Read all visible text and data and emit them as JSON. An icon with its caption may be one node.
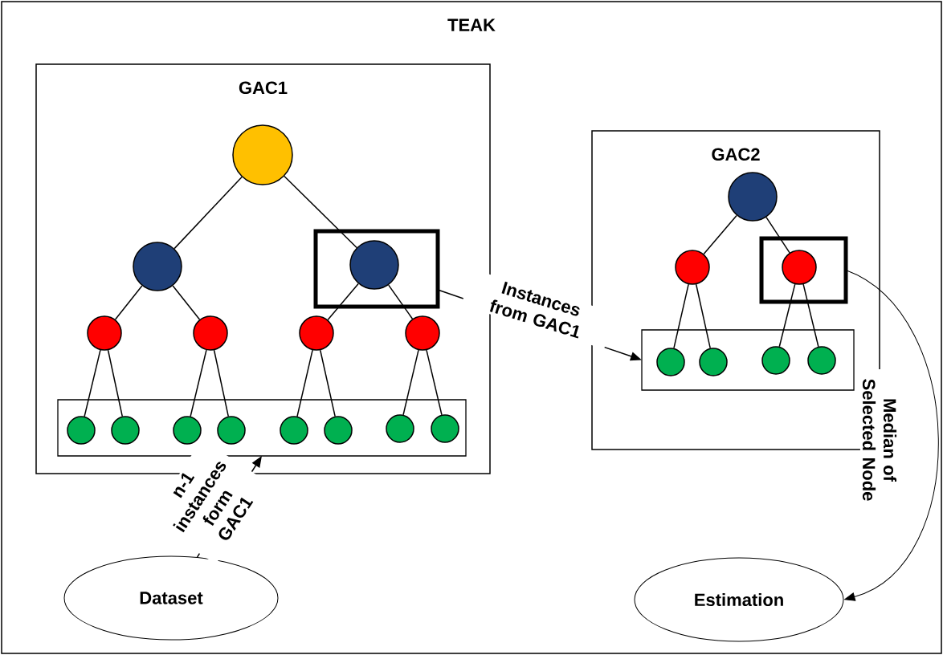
{
  "diagram": {
    "nodes": [
      {
        "text": [
          "TEAK"
        ]
      },
      {
        "text": [
          "GAC1"
        ],
        "in": 0
      },
      {
        "text": [],
        "shape": "circle",
        "in": 1
      },
      {
        "text": [],
        "shape": "circle",
        "in": 1
      },
      {
        "text": [],
        "shape": "box",
        "in": 1
      },
      {
        "text": [],
        "shape": "circle",
        "in": 4
      },
      {
        "text": [],
        "shape": "circle",
        "in": 1
      },
      {
        "text": [],
        "shape": "circle",
        "in": 1
      },
      {
        "text": [],
        "shape": "circle",
        "in": 1
      },
      {
        "text": [],
        "shape": "circle",
        "in": 1
      },
      {
        "text": [],
        "shape": "box",
        "in": 1
      },
      {
        "text": [],
        "shape": "circle",
        "in": 10
      },
      {
        "text": [],
        "shape": "circle",
        "in": 10
      },
      {
        "text": [],
        "shape": "circle",
        "in": 10
      },
      {
        "text": [],
        "shape": "circle",
        "in": 10
      },
      {
        "text": [],
        "shape": "circle",
        "in": 10
      },
      {
        "text": [],
        "shape": "circle",
        "in": 10
      },
      {
        "text": [],
        "shape": "circle",
        "in": 10
      },
      {
        "text": [],
        "shape": "circle",
        "in": 10
      },
      {
        "text": [
          "GAC2"
        ],
        "in": 0
      },
      {
        "text": [],
        "shape": "circle",
        "in": 19
      },
      {
        "text": [],
        "shape": "circle",
        "in": 19
      },
      {
        "text": [],
        "shape": "box",
        "in": 19
      },
      {
        "text": [],
        "shape": "circle",
        "in": 22
      },
      {
        "text": [],
        "shape": "box",
        "in": 19
      },
      {
        "text": [],
        "shape": "circle",
        "in": 24
      },
      {
        "text": [],
        "shape": "circle",
        "in": 24
      },
      {
        "text": [],
        "shape": "circle",
        "in": 24
      },
      {
        "text": [],
        "shape": "circle",
        "in": 24
      },
      {
        "text": [
          "Dataset"
        ],
        "in": 0
      },
      {
        "text": [
          "Estimation"
        ],
        "in": 0
      }
    ],
    "edges": [
      {
        "from": 2,
        "to": 3,
        "arrow": "none"
      },
      {
        "from": 2,
        "to": 5,
        "arrow": "none"
      },
      {
        "from": 3,
        "to": 6,
        "arrow": "none"
      },
      {
        "from": 3,
        "to": 7,
        "arrow": "none"
      },
      {
        "from": 5,
        "to": 8,
        "arrow": "none"
      },
      {
        "from": 5,
        "to": 9,
        "arrow": "none"
      },
      {
        "from": 6,
        "to": 11,
        "arrow": "none"
      },
      {
        "from": 6,
        "to": 12,
        "arrow": "none"
      },
      {
        "from": 7,
        "to": 13,
        "arrow": "none"
      },
      {
        "from": 7,
        "to": 14,
        "arrow": "none"
      },
      {
        "from": 8,
        "to": 15,
        "arrow": "none"
      },
      {
        "from": 8,
        "to": 16,
        "arrow": "none"
      },
      {
        "from": 9,
        "to": 17,
        "arrow": "none"
      },
      {
        "from": 9,
        "to": 18,
        "arrow": "none"
      },
      {
        "from": 20,
        "to": 21,
        "arrow": "none"
      },
      {
        "from": 20,
        "to": 23,
        "arrow": "none"
      },
      {
        "from": 21,
        "to": 25,
        "arrow": "none"
      },
      {
        "from": 21,
        "to": 26,
        "arrow": "none"
      },
      {
        "from": 23,
        "to": 27,
        "arrow": "none"
      },
      {
        "from": 23,
        "to": 28,
        "arrow": "none"
      },
      {
        "from": 29,
        "to": 10,
        "arrow": "to",
        "label": "n-1 instances form GAC1"
      },
      {
        "from": 4,
        "to": 24,
        "arrow": "to",
        "label": "Instances from GAC1"
      },
      {
        "from": 22,
        "to": 30,
        "arrow": "to",
        "label": "Median of Selected Node"
      }
    ]
  }
}
